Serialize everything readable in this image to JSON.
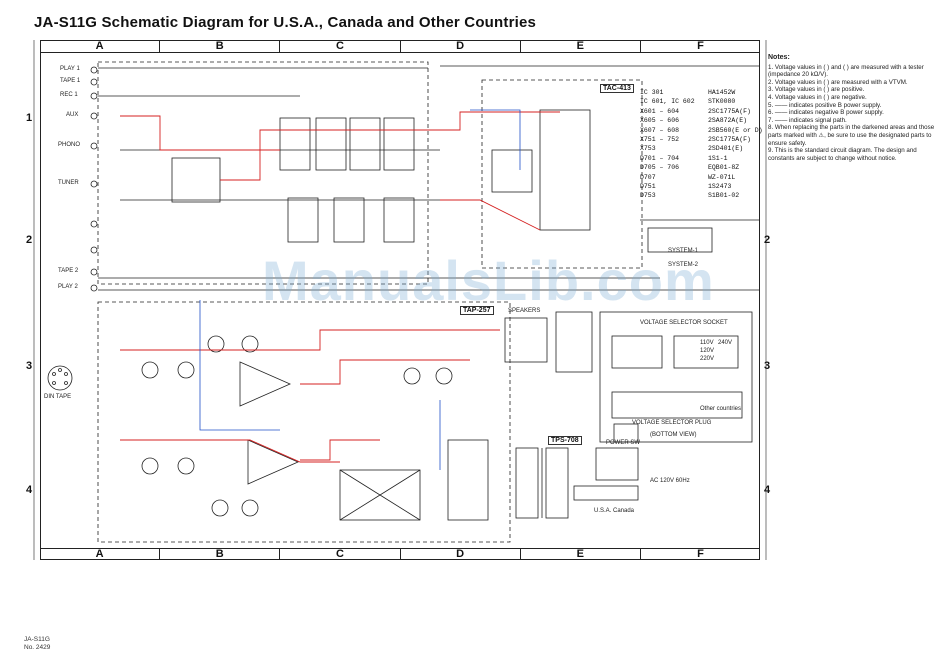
{
  "title": "JA-S11G  Schematic Diagram for U.S.A., Canada and Other Countries",
  "grid": {
    "columns": [
      "A",
      "B",
      "C",
      "D",
      "E",
      "F"
    ],
    "rows": [
      "1",
      "2",
      "3",
      "4"
    ]
  },
  "board_labels": {
    "tac": "TAC-413",
    "tap": "TAP-257",
    "tps": "TPS-708"
  },
  "input_labels": {
    "play1": "PLAY 1",
    "tape1": "TAPE 1",
    "rec1": "REC 1",
    "aux": "AUX",
    "phono": "PHONO",
    "tuner": "TUNER",
    "tape2": "TAPE 2",
    "play2": "PLAY 2",
    "din_tape": "DIN TAPE",
    "speakers": "SPEAKERS",
    "system1": "SYSTEM-1",
    "system2": "SYSTEM-2",
    "voltage_selector_socket": "VOLTAGE SELECTOR SOCKET",
    "voltage_selector_plug": "VOLTAGE SELECTOR PLUG",
    "other_countries": "Other countries",
    "usa_canada": "U.S.A. Canada",
    "power_sw": "POWER SW",
    "ac_120v": "AC 120V 60Hz",
    "bottom_view": "(BOTTOM VIEW)"
  },
  "voltages": [
    "110V",
    "120V",
    "220V",
    "240V"
  ],
  "parts": [
    {
      "ref": "IC 301",
      "part": "HA1452W"
    },
    {
      "ref": "IC 601, IC 602",
      "part": "STK0080"
    },
    {
      "ref": "X601 – 604",
      "part": "2SC1775A(F)"
    },
    {
      "ref": "X605 – 606",
      "part": "2SA872A(E)"
    },
    {
      "ref": "X607 – 608",
      "part": "2SB560(E or D)"
    },
    {
      "ref": "X751 – 752",
      "part": "2SC1775A(F)"
    },
    {
      "ref": "X753",
      "part": "2SD401(E)"
    },
    {
      "ref": "D701 – 704",
      "part": "1S1-1"
    },
    {
      "ref": "D705 – 706",
      "part": "EQB01-8Z"
    },
    {
      "ref": "D707",
      "part": "WZ-071L"
    },
    {
      "ref": "D751",
      "part": "1S2473"
    },
    {
      "ref": "D753",
      "part": "S1B01-02"
    }
  ],
  "notes": {
    "heading": "Notes:",
    "items": [
      "1. Voltage values in ( ) and ( ) are measured with a tester (impedance 20 kΩ/V).",
      "2. Voltage values in ( ) are measured with a VTVM.",
      "3. Voltage values in ( ) are positive.",
      "4. Voltage values in ( ) are negative.",
      "5. —— indicates positive B power supply.",
      "6. —— indicates negative B power supply.",
      "7. —— indicates signal path.",
      "8. When replacing the parts in the darkened areas and those parts marked with ⚠, be sure to use the designated parts to ensure safety.",
      "9. This is the standard circuit diagram. The design and constants are subject to change without notice."
    ]
  },
  "footer": {
    "model": "JA-S11G",
    "number": "No. 2429"
  },
  "watermark": "ManualsLib.com",
  "colors": {
    "signal_red": "#d42020",
    "negative_blue": "#2050c8",
    "wire": "#222222"
  }
}
